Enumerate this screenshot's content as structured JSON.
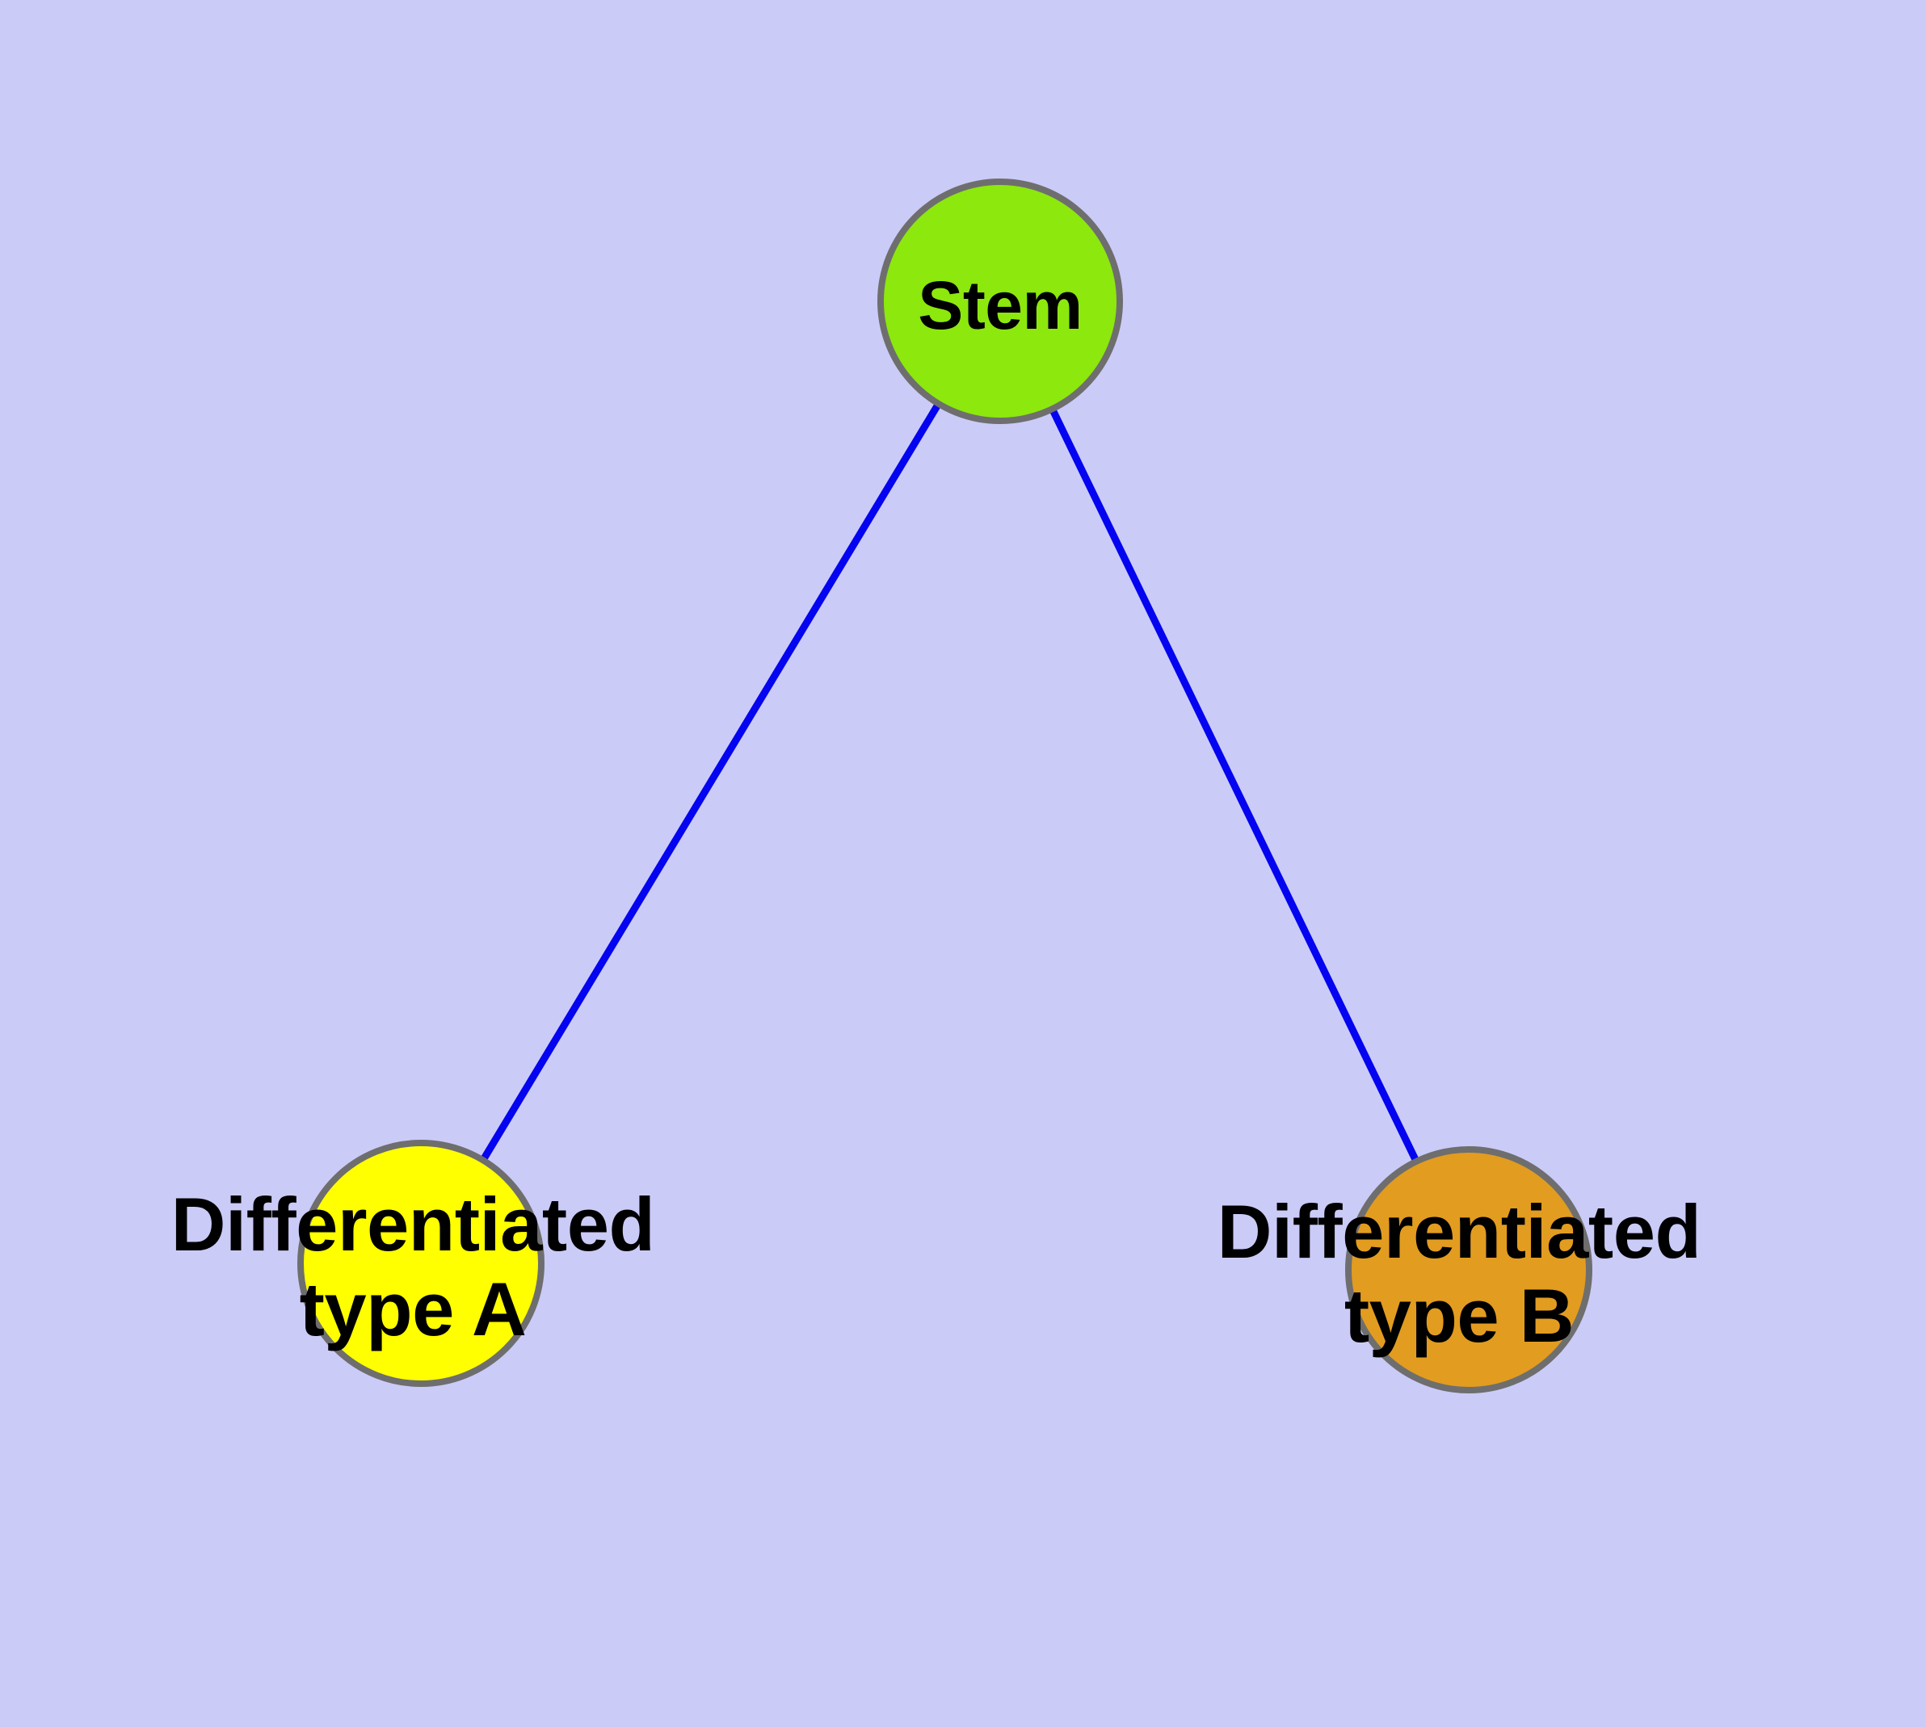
{
  "diagram": {
    "background_color": "#CBCBF8",
    "edge_color": "#0404F0",
    "node_border_color": "#6E6E6E",
    "text_color": "#000000",
    "nodes": {
      "stem": {
        "label": "Stem",
        "fill": "#8CE80D"
      },
      "type_a": {
        "label_line1": "Differentiated",
        "label_line2": "type A",
        "fill": "#FFFF00"
      },
      "type_b": {
        "label_line1": "Differentiated",
        "label_line2": "type B",
        "fill": "#E29C20"
      }
    },
    "edges": [
      {
        "from": "Stem",
        "to": "Differentiated type A"
      },
      {
        "from": "Stem",
        "to": "Differentiated type B"
      }
    ]
  }
}
